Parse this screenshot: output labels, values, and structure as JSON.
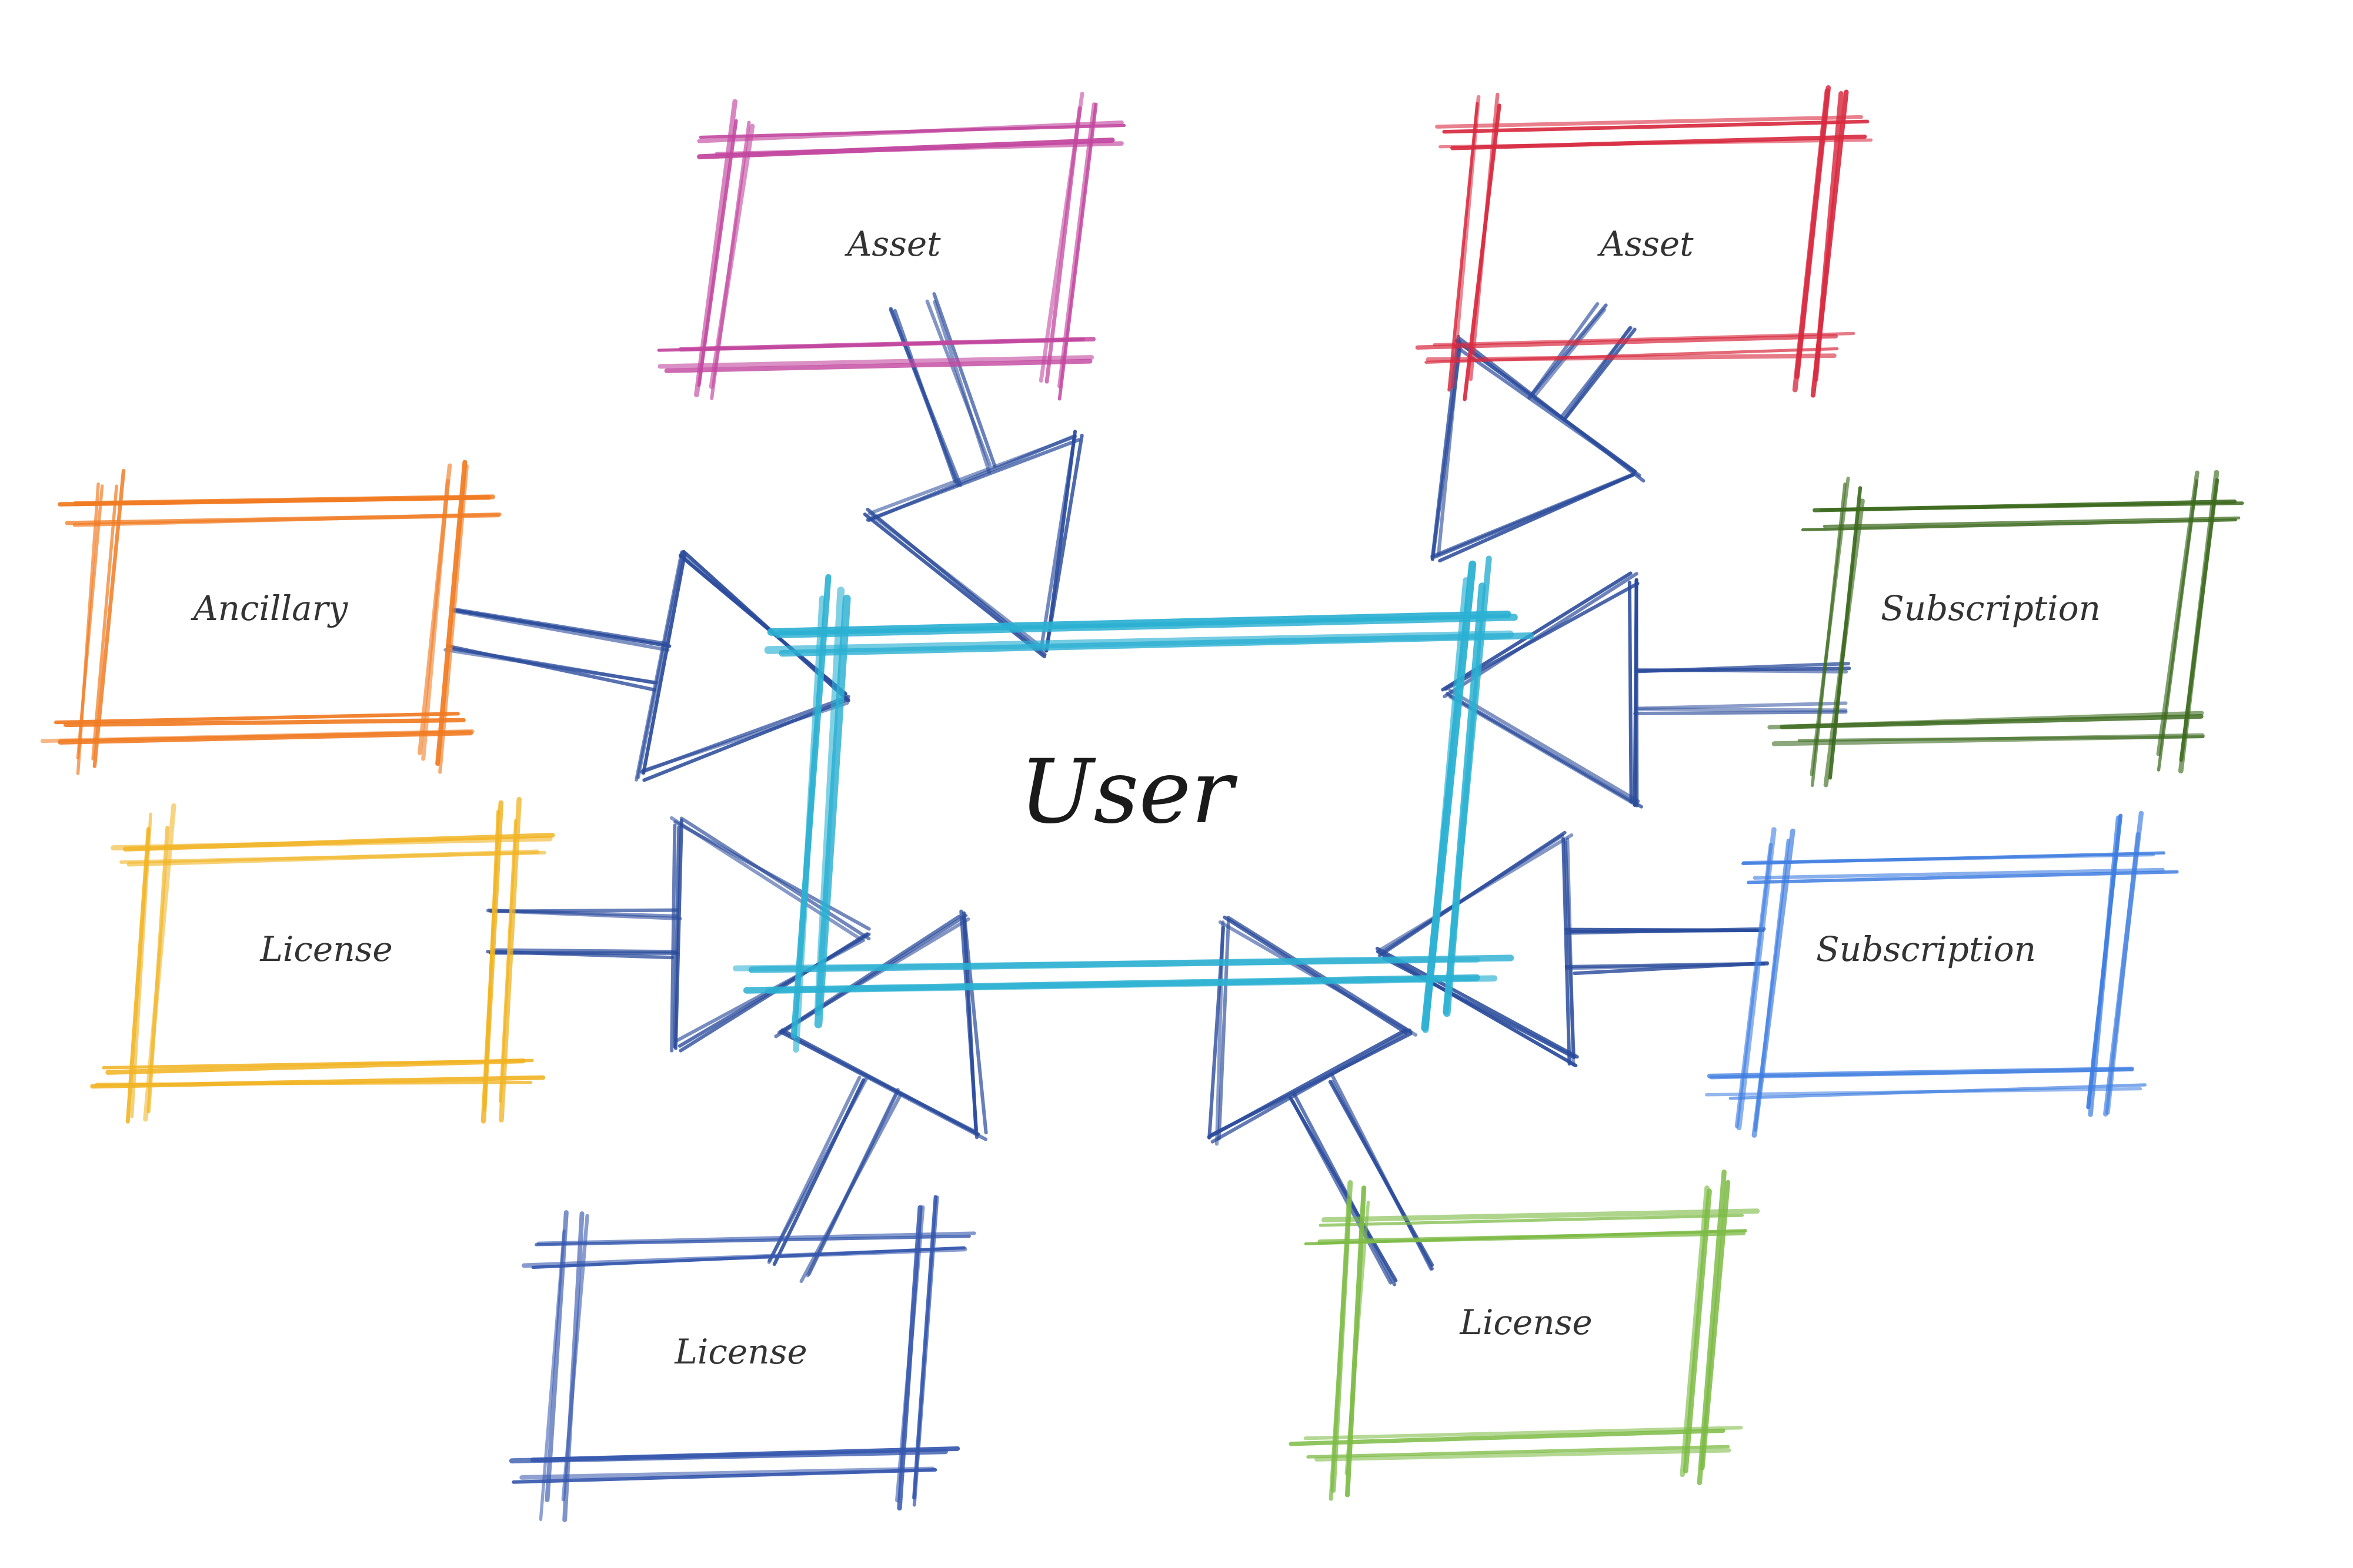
{
  "center": {
    "label": "User",
    "color": "#2bb0d2"
  },
  "arrow_color": "#2a4b9b",
  "nodes": [
    {
      "label": "Asset",
      "color": "#c2479f"
    },
    {
      "label": "Asset",
      "color": "#d82a3f"
    },
    {
      "label": "Ancillary",
      "color": "#f07b22"
    },
    {
      "label": "Subscription",
      "color": "#3c6a1e"
    },
    {
      "label": "License",
      "color": "#f1b424"
    },
    {
      "label": "Subscription",
      "color": "#3e7de0"
    },
    {
      "label": "License",
      "color": "#3557ad"
    },
    {
      "label": "License",
      "color": "#7dbb45"
    }
  ]
}
